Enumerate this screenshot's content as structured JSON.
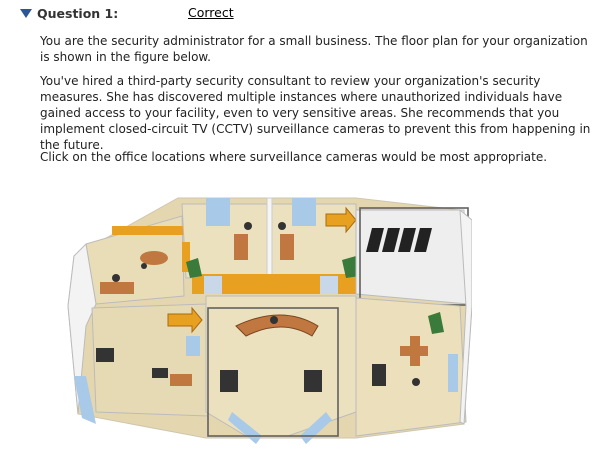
{
  "question": {
    "title": "Question 1:",
    "status": "Correct",
    "paragraphs": [
      "You are the security administrator for a small business. The floor plan for your organization is shown in the figure below.",
      "You've hired a third-party security consultant to review your organization's security measures. She has discovered multiple instances where unauthorized individuals have gained access to your facility, even to very sensitive areas. She recommends that you implement closed-circuit TV (CCTV) surveillance cameras to prevent this from happening in the future.",
      "Click on the office locations where surveillance cameras would be most appropriate."
    ]
  },
  "colors": {
    "accent_triangle": "#2b5797",
    "floor": "#e8dcb8",
    "wall": "#f2f2f2",
    "orange_wall": "#e8a020",
    "glass": "#9fc4e8",
    "desk": "#c07840",
    "selection_border": "#606060"
  },
  "floor_plan": {
    "rooms": [
      "left-office",
      "lower-left-office",
      "center-left-office",
      "center-right-office",
      "server-room",
      "lobby",
      "lower-right-office"
    ],
    "selected_locations": [
      "server-room",
      "lobby"
    ]
  }
}
